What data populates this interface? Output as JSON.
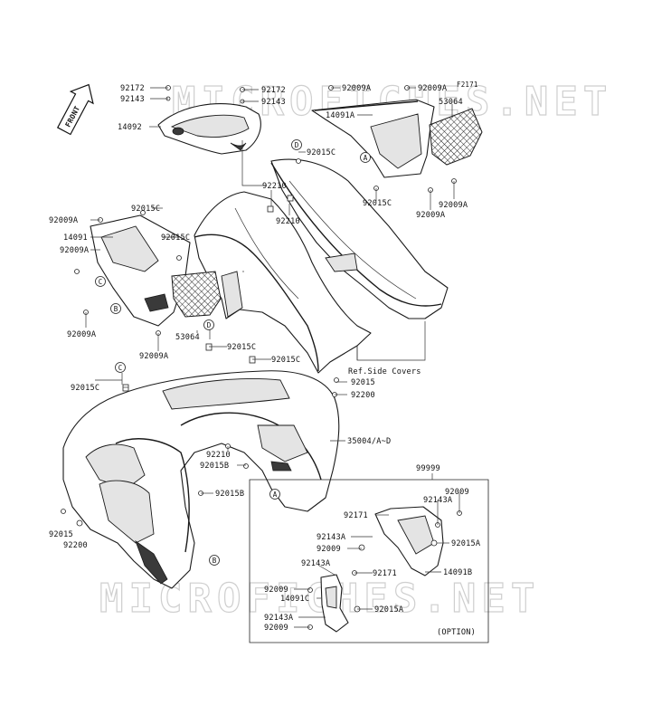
{
  "figure_id": "F2171",
  "front_label": "FRONT",
  "watermark": [
    "MICROFICHES.NET",
    "MICROFICHES.NET"
  ],
  "ref_note": "Ref.Side Covers",
  "option_label": "(OPTION)",
  "option_group_code": "99999",
  "ref_markers": [
    "D",
    "A",
    "C",
    "B",
    "D",
    "C",
    "A",
    "B"
  ],
  "part_labels": [
    "92172",
    "92143",
    "92172",
    "92143",
    "14092",
    "92009A",
    "92009A",
    "14091A",
    "53064",
    "92015C",
    "92210",
    "92210",
    "92015C",
    "92009A",
    "92009A",
    "92009A",
    "92015C",
    "14091",
    "92009A",
    "92015C",
    "92009A",
    "53064",
    "92009A",
    "92015C",
    "92015C",
    "92015C",
    "92015",
    "92200",
    "35004/A~D",
    "92210",
    "92015B",
    "92015B",
    "92015",
    "92200",
    "92171",
    "92143A",
    "92009",
    "92143A",
    "92009",
    "92015A",
    "92171",
    "14091B",
    "92009",
    "14091C",
    "92143A",
    "92015A",
    "92143A",
    "92009"
  ]
}
